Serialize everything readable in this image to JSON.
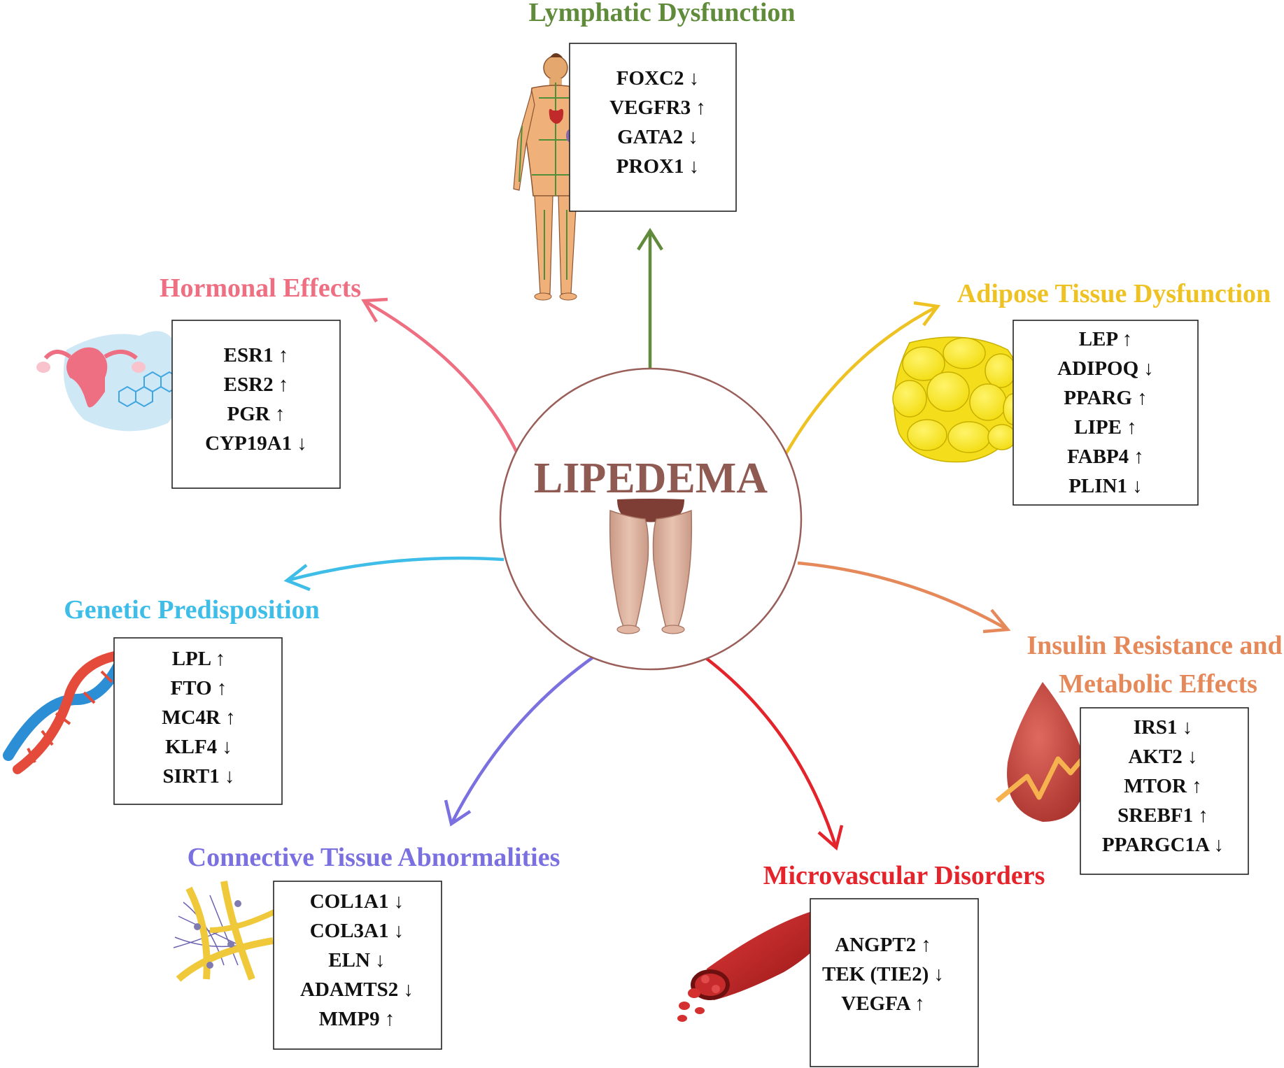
{
  "center": {
    "title": "LIPEDEMA",
    "title_color": "#8e5a52",
    "circle_color": "#9a5e58"
  },
  "categories": [
    {
      "id": "lymphatic",
      "title": "Lymphatic Dysfunction",
      "color": "#5f8b3a",
      "icon": "human-lymphatic-system-icon",
      "genes": [
        "FOXC2 ↓",
        "VEGFR3 ↑",
        "GATA2 ↓",
        "PROX1 ↓"
      ]
    },
    {
      "id": "adipose",
      "title": "Adipose Tissue Dysfunction",
      "color": "#efc224",
      "icon": "adipocyte-cluster-icon",
      "genes": [
        "LEP ↑",
        "ADIPOQ ↓",
        "PPARG ↑",
        "LIPE ↑",
        "FABP4 ↑",
        "PLIN1 ↓"
      ]
    },
    {
      "id": "insulin",
      "title_lines": [
        "Insulin Resistance and",
        "Metabolic Effects"
      ],
      "color": "#e5895a",
      "icon": "blood-drop-trend-icon",
      "genes": [
        "IRS1 ↓",
        "AKT2 ↓",
        "MTOR ↑",
        "SREBF1 ↑",
        "PPARGC1A ↓"
      ]
    },
    {
      "id": "microvascular",
      "title": "Microvascular Disorders",
      "color": "#e4232b",
      "icon": "blood-vessel-icon",
      "genes": [
        "ANGPT2 ↑",
        "TEK (TIE2) ↓",
        "VEGFA ↑"
      ]
    },
    {
      "id": "connective",
      "title": "Connective Tissue Abnormalities",
      "color": "#7b70e0",
      "icon": "collagen-fibers-icon",
      "genes": [
        "COL1A1 ↓",
        "COL3A1 ↓",
        "ELN ↓",
        "ADAMTS2 ↓",
        "MMP9 ↑"
      ]
    },
    {
      "id": "genetic",
      "title": "Genetic Predisposition",
      "color": "#3dbde8",
      "icon": "dna-helix-icon",
      "genes": [
        "LPL ↑",
        "FTO ↑",
        "MC4R ↑",
        "KLF4 ↓",
        "SIRT1 ↓"
      ]
    },
    {
      "id": "hormonal",
      "title": "Hormonal Effects",
      "color": "#ee6f82",
      "icon": "uterus-steroid-icon",
      "genes": [
        "ESR1 ↑",
        "ESR2 ↑",
        "PGR ↑",
        "CYP19A1 ↓"
      ]
    }
  ]
}
